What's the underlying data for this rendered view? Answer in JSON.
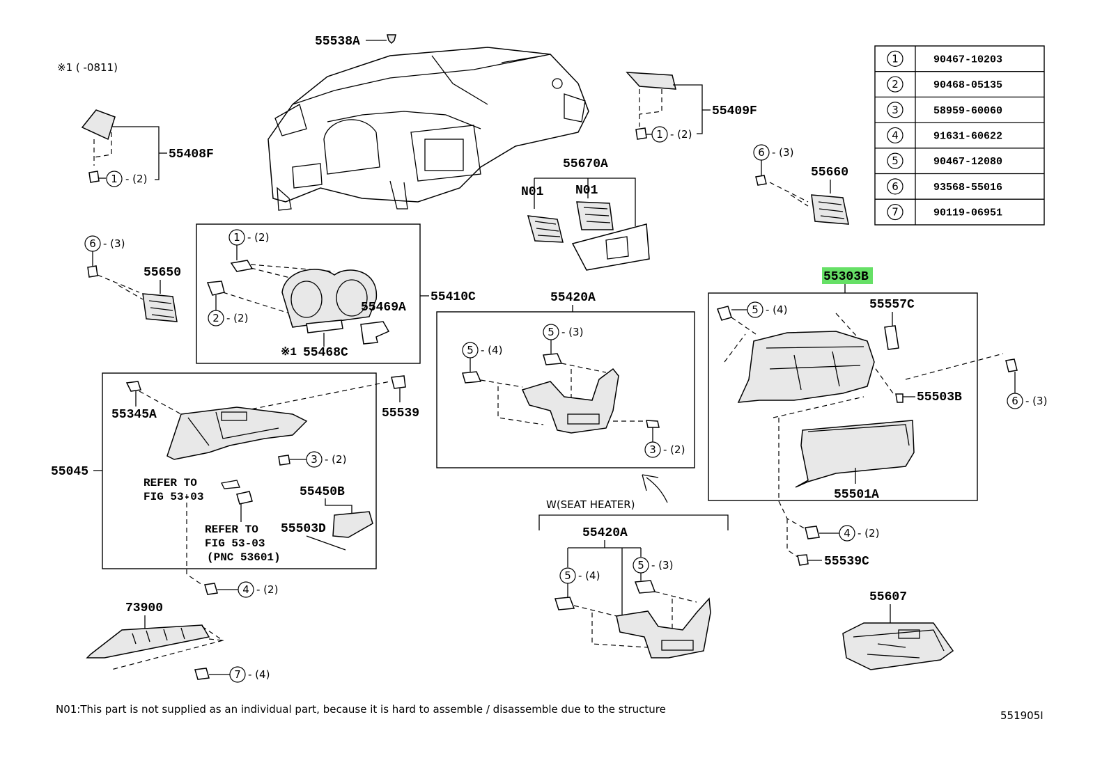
{
  "colors": {
    "highlight": "#66e066",
    "ink": "#000000",
    "background": "#ffffff"
  },
  "labels": {
    "p55538A": "55538A",
    "p55408F": "55408F",
    "p55409F": "55409F",
    "p55670A": "55670A",
    "n01_a": "N01",
    "n01_b": "N01",
    "p55660": "55660",
    "p55650": "55650",
    "p55410C": "55410C",
    "p55469A": "55469A",
    "p55468C": "55468C",
    "p55420A_top": "55420A",
    "p55303B": "55303B",
    "p55557C": "55557C",
    "p55503B": "55503B",
    "p55501A": "55501A",
    "p55539C": "55539C",
    "p55345A": "55345A",
    "p55539": "55539",
    "p55045": "55045",
    "p55450B": "55450B",
    "p55503D": "55503D",
    "p73900": "73900",
    "p55420A_bottom": "55420A",
    "p55607": "55607"
  },
  "notes": {
    "star1_range": "※1 (        -0811)",
    "star1_marker": "※1",
    "refer1_line1": "REFER TO",
    "refer1_line2": "FIG 53-03",
    "refer2_line1": "REFER TO",
    "refer2_line2": "FIG 53-03",
    "refer2_line3": "(PNC 53601)",
    "seat_heater": "W(SEAT HEATER)",
    "footnote": "N01:This part is not supplied as an individual part, because it is hard to assemble / disassemble due to the structure",
    "figure_no": "551905I"
  },
  "callouts": [
    {
      "id": "c1",
      "num": "1",
      "qty": "- (2)"
    },
    {
      "id": "c2",
      "num": "1",
      "qty": "- (2)"
    },
    {
      "id": "c3",
      "num": "1",
      "qty": "- (2)"
    },
    {
      "id": "c4",
      "num": "2",
      "qty": "- (2)"
    },
    {
      "id": "c5",
      "num": "6",
      "qty": "- (3)"
    },
    {
      "id": "c6",
      "num": "6",
      "qty": "- (3)"
    },
    {
      "id": "c7",
      "num": "6",
      "qty": "- (3)"
    },
    {
      "id": "c8",
      "num": "5",
      "qty": "- (4)"
    },
    {
      "id": "c9",
      "num": "5",
      "qty": "- (3)"
    },
    {
      "id": "c10",
      "num": "5",
      "qty": "- (4)"
    },
    {
      "id": "c11",
      "num": "3",
      "qty": "- (2)"
    },
    {
      "id": "c12",
      "num": "3",
      "qty": "- (2)"
    },
    {
      "id": "c13",
      "num": "4",
      "qty": "- (2)"
    },
    {
      "id": "c14",
      "num": "4",
      "qty": "- (2)"
    },
    {
      "id": "c15",
      "num": "5",
      "qty": "- (4)"
    },
    {
      "id": "c16",
      "num": "5",
      "qty": "- (3)"
    },
    {
      "id": "c17",
      "num": "7",
      "qty": "- (4)"
    }
  ],
  "parts_table": [
    {
      "num": "1",
      "part": "90467-10203"
    },
    {
      "num": "2",
      "part": "90468-05135"
    },
    {
      "num": "3",
      "part": "58959-60060"
    },
    {
      "num": "4",
      "part": "91631-60622"
    },
    {
      "num": "5",
      "part": "90467-12080"
    },
    {
      "num": "6",
      "part": "93568-55016"
    },
    {
      "num": "7",
      "part": "90119-06951"
    }
  ]
}
